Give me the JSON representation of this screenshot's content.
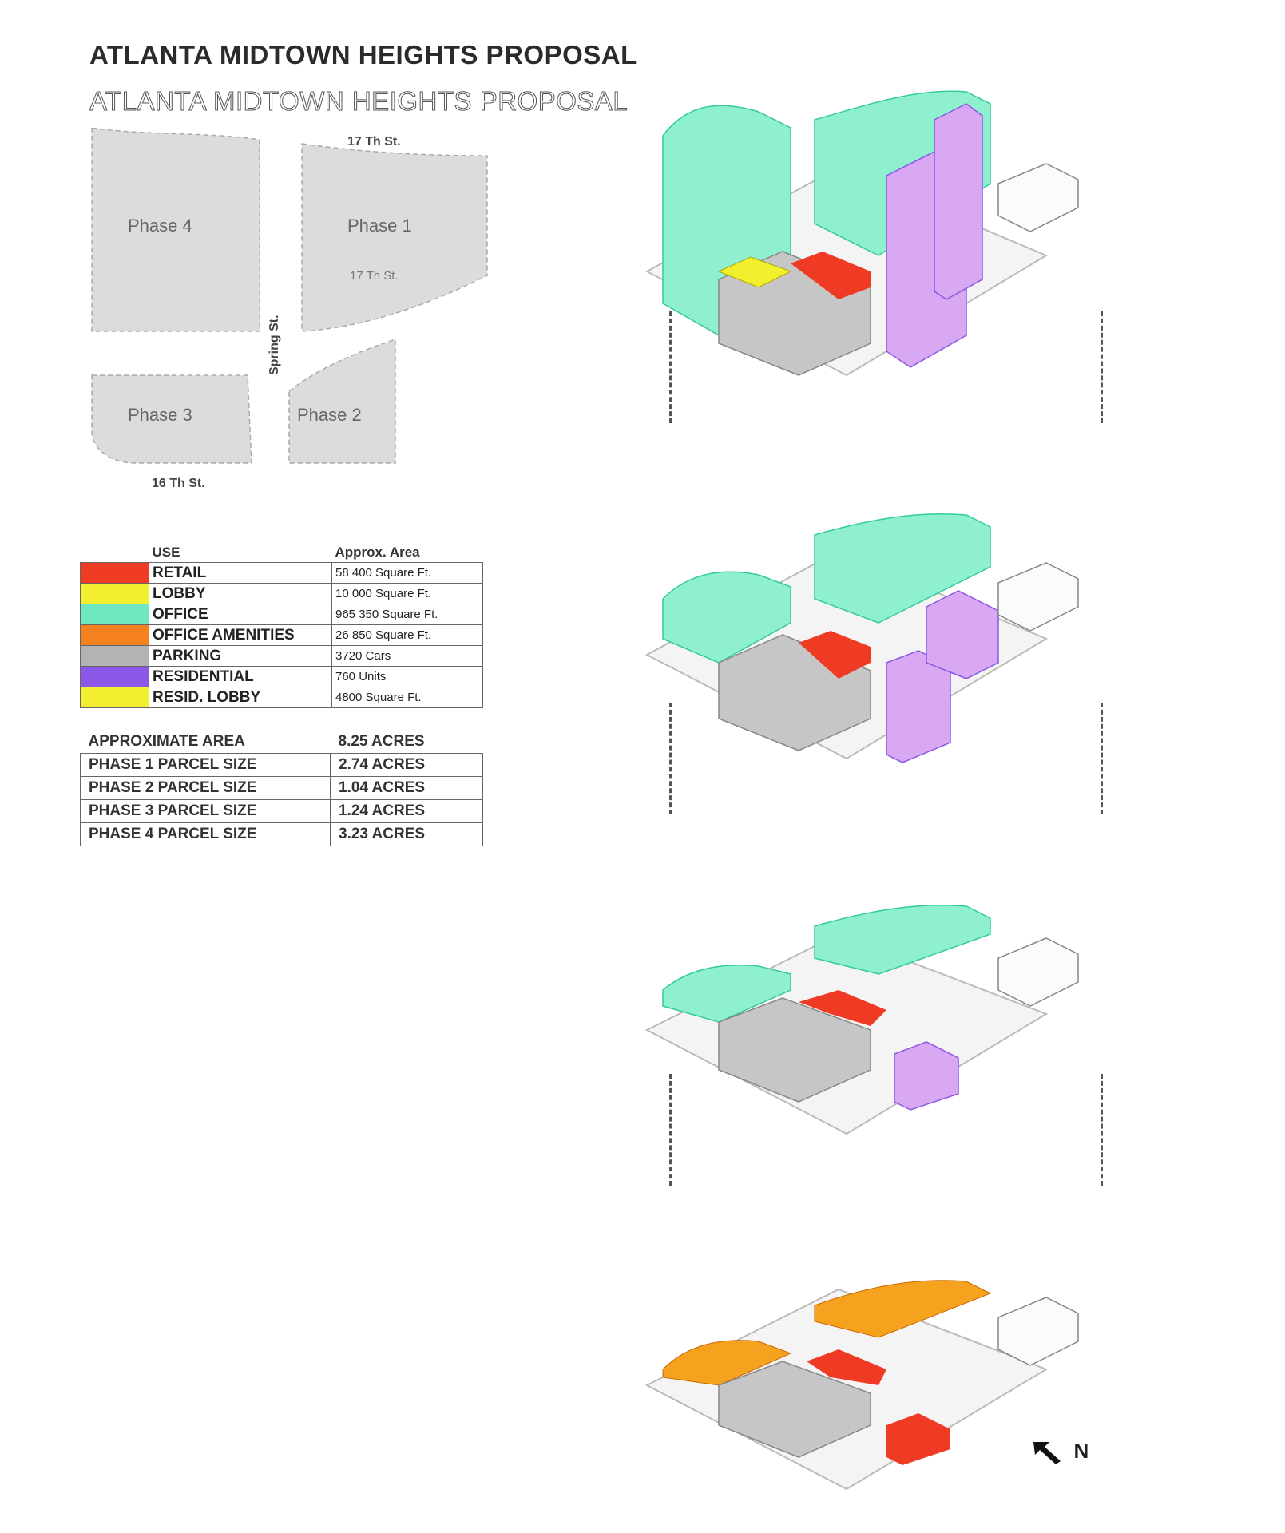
{
  "title": "ATLANTA MIDTOWN HEIGHTS PROPOSAL",
  "map": {
    "street_top": "17 Th St.",
    "street_mid": "17 Th St.",
    "street_bottom": "16 Th St.",
    "street_vertical": "Spring St.",
    "phase_labels": [
      "Phase 4",
      "Phase 1",
      "Phase 3",
      "Phase 2"
    ]
  },
  "legend": {
    "header_use": "USE",
    "header_area": "Approx. Area",
    "rows": [
      {
        "use": "RETAIL",
        "area": "58 400 Square Ft.",
        "color": "#ef3a24"
      },
      {
        "use": "LOBBY",
        "area": "10 000 Square Ft.",
        "color": "#f2ef2e"
      },
      {
        "use": "OFFICE",
        "area": "965 350 Square Ft.",
        "color": "#6fe8c0"
      },
      {
        "use": "OFFICE AMENITIES",
        "area": "26 850 Square Ft.",
        "color": "#f5821f"
      },
      {
        "use": "PARKING",
        "area": "3720 Cars",
        "color": "#b3b3b3"
      },
      {
        "use": "RESIDENTIAL",
        "area": "760 Units",
        "color": "#8a57e6"
      },
      {
        "use": "RESID. LOBBY",
        "area": "4800 Square Ft.",
        "color": "#f2ef2e"
      }
    ]
  },
  "areas": {
    "total_label": "APPROXIMATE AREA",
    "total_value": "8.25 ACRES",
    "rows": [
      {
        "label": "PHASE 1 PARCEL SIZE",
        "value": "2.74 ACRES"
      },
      {
        "label": "PHASE 2 PARCEL SIZE",
        "value": "1.04 ACRES"
      },
      {
        "label": "PHASE 3 PARCEL SIZE",
        "value": "1.24 ACRES"
      },
      {
        "label": "PHASE 4 PARCEL SIZE",
        "value": "3.23 ACRES"
      }
    ]
  },
  "north_label": "N",
  "colors": {
    "retail": "#ef3a24",
    "lobby": "#f2ef2e",
    "office": "#8ff0cf",
    "amenities": "#f5a21f",
    "parking": "#c6c6c6",
    "residential": "#d8a8f2",
    "parcel": "#dcdcdc"
  }
}
